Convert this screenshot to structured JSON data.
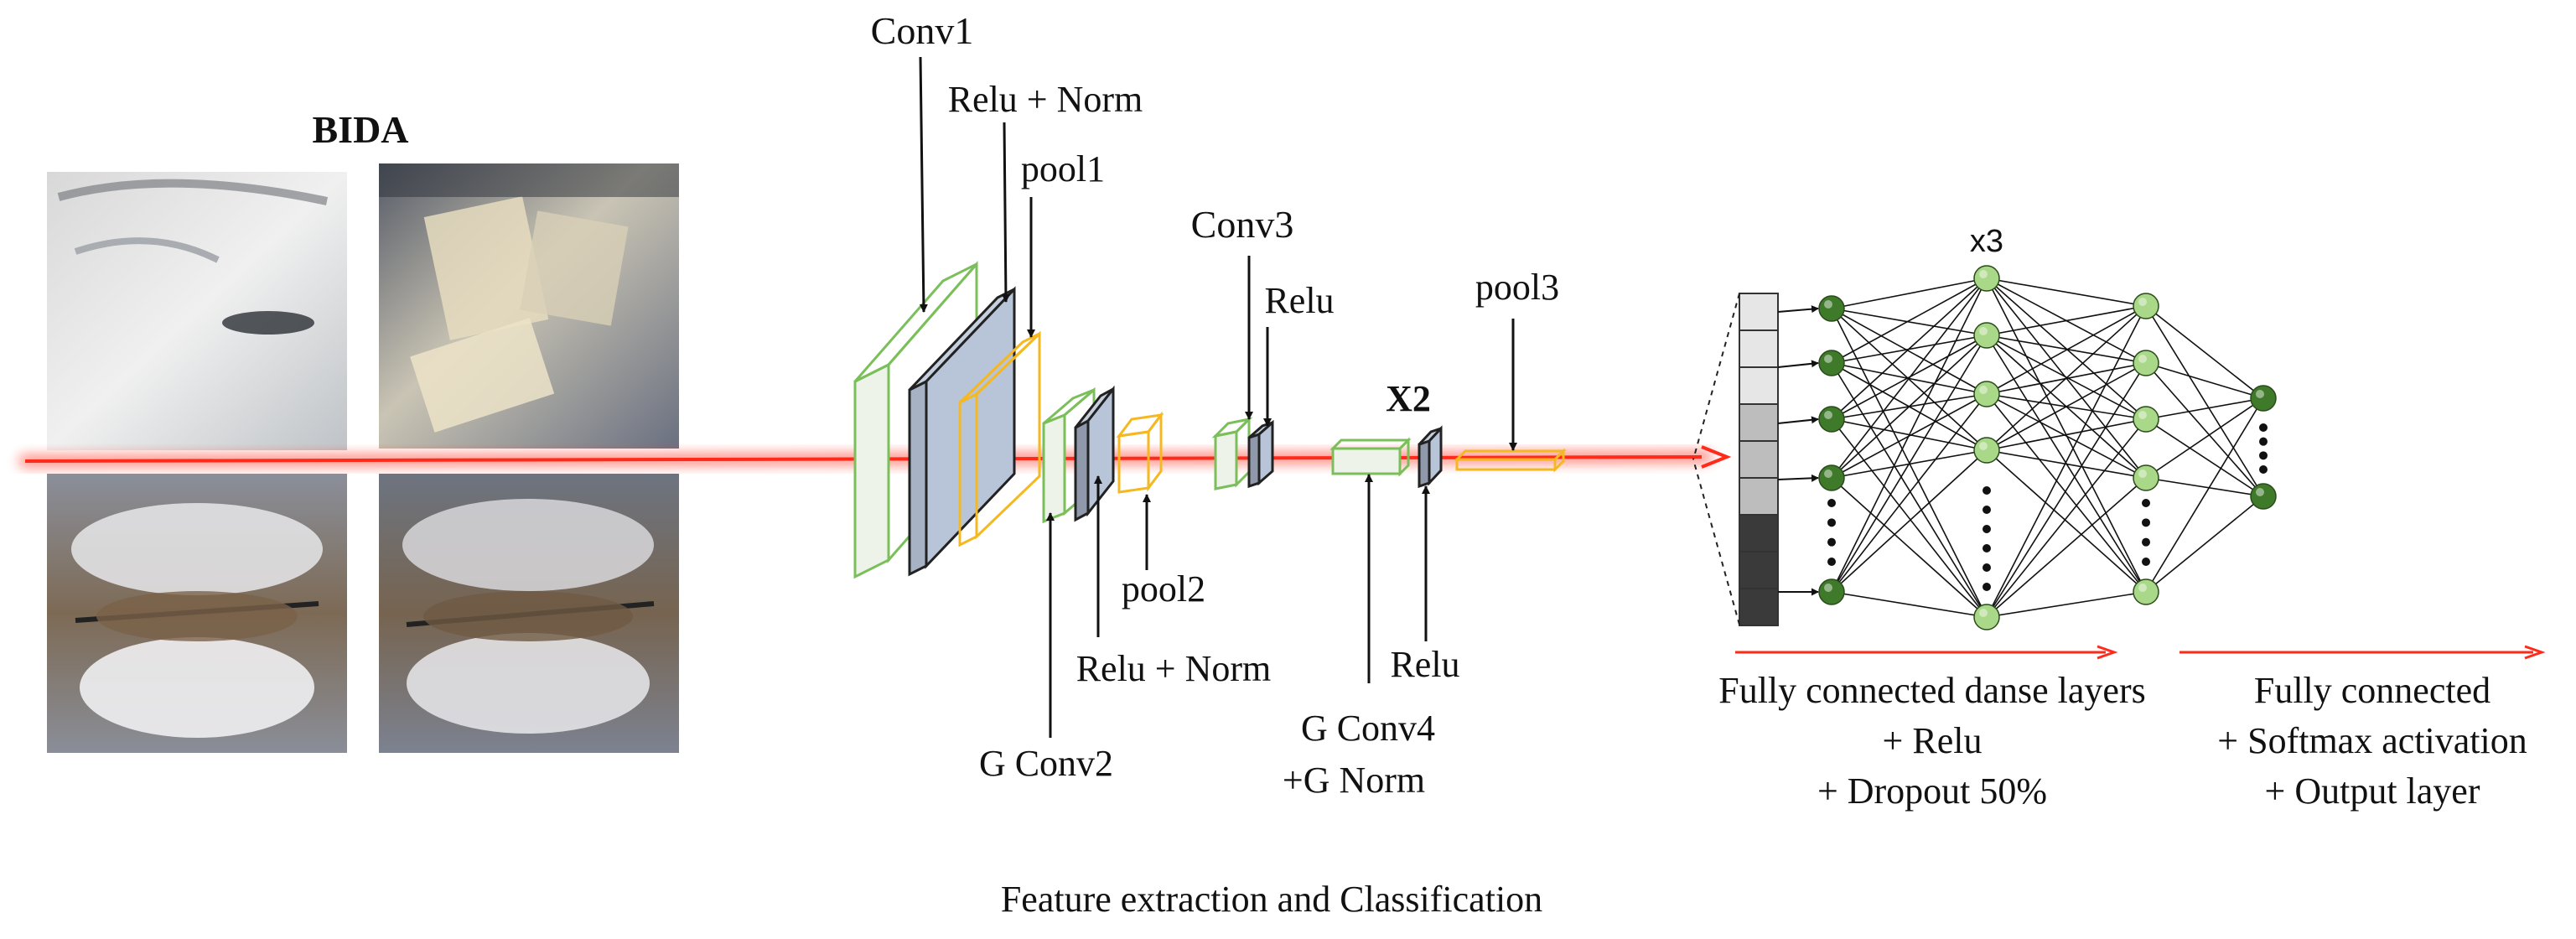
{
  "dataset": {
    "title": "BIDA"
  },
  "layers": {
    "conv1": "Conv1",
    "relu_norm_1": "Relu + Norm",
    "pool1": "pool1",
    "gconv2": "G Conv2",
    "relu_norm_2": "Relu + Norm",
    "pool2": "pool2",
    "conv3": "Conv3",
    "relu_3": "Relu",
    "repeat": "X2",
    "gconv4_line1": "G Conv4",
    "gconv4_line2": "+G Norm",
    "relu_4": "Relu",
    "pool3": "pool3"
  },
  "network": {
    "hidden_repeat": "x3"
  },
  "stages": {
    "dense": [
      "Fully connected danse layers",
      "+ Relu",
      "+ Dropout 50%"
    ],
    "output": [
      "Fully connected",
      "+ Softmax activation",
      "+ Output layer"
    ]
  },
  "caption": "Feature extraction and Classification",
  "colors": {
    "flow_arrow": "#ff2a1a",
    "conv_outline": "#7bbf5a",
    "pool_outline": "#f5b820",
    "relu_fill": "#b8c4d8",
    "node_dark": "#3f7a2a",
    "node_light": "#a8d888"
  },
  "input_vector": {
    "cell_shades": [
      "#e6e6e6",
      "#e6e6e6",
      "#e6e6e6",
      "#bdbdbd",
      "#bdbdbd",
      "#bdbdbd",
      "#3a3a3a",
      "#3a3a3a",
      "#3a3a3a"
    ]
  }
}
